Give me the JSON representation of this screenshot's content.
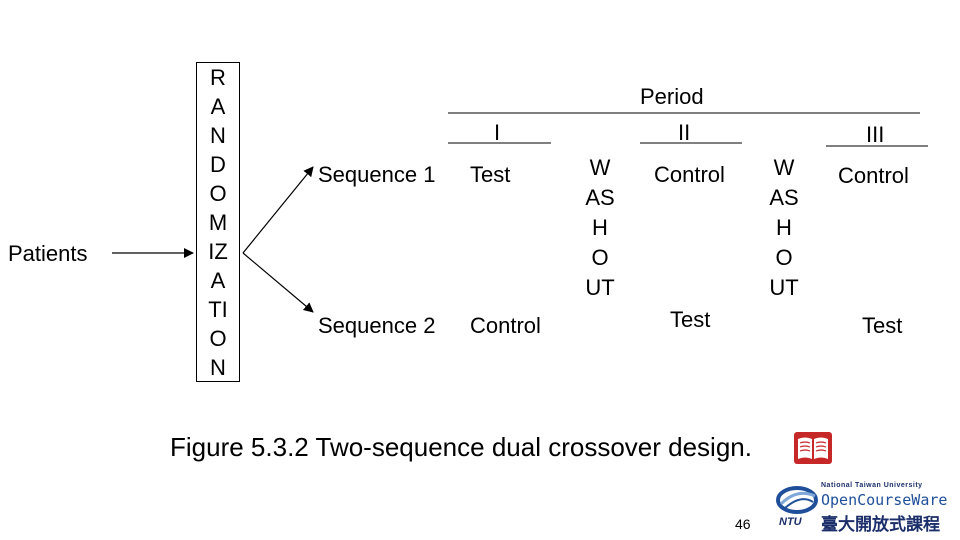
{
  "patients_label": "Patients",
  "randomization_letters": [
    "R",
    "A",
    "N",
    "D",
    "O",
    "M",
    "IZ",
    "A",
    "TI",
    "O",
    "N"
  ],
  "period_header": "Period",
  "periods": [
    "I",
    "II",
    "III"
  ],
  "sequences": [
    {
      "label": "Sequence 1",
      "treatments": [
        "Test",
        "Control",
        "Control"
      ]
    },
    {
      "label": "Sequence 2",
      "treatments": [
        "Control",
        "Test",
        "Test"
      ]
    }
  ],
  "washout_letters": [
    "W",
    "AS",
    "H",
    "O",
    "UT"
  ],
  "caption": "Figure 5.3.2 Two-sequence dual crossover design.",
  "page_number": "46",
  "logo": {
    "university": "National Taiwan University",
    "program": "OpenCourseWare",
    "chinese": "臺大開放式課程",
    "abbr": "NTU",
    "colors": {
      "blue": "#1f4f9a",
      "navy": "#1c2f6b",
      "red": "#c62828"
    }
  },
  "book_icon": "book-icon"
}
